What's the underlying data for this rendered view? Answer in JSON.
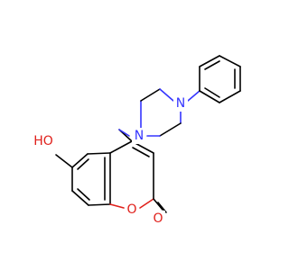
{
  "diagram": {
    "colors": {
      "bond": "#000000",
      "oxygen": "#e0201b",
      "nitrogen": "#3535ff",
      "background": "#ffffff"
    },
    "atoms": {
      "hydroxyl_label": "HO",
      "ring_oxygen_label": "O",
      "carbonyl_oxygen_label": "O",
      "piperazine_n1_label": "N",
      "piperazine_n4_label": "N"
    }
  }
}
